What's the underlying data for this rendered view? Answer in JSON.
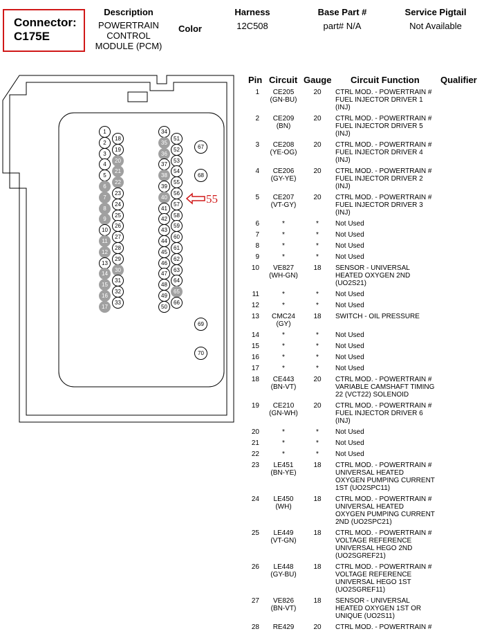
{
  "header": {
    "connector_label": "Connector:",
    "connector_id": "C175E",
    "description_title": "Description",
    "description_lines": [
      "POWERTRAIN",
      "CONTROL",
      "MODULE (PCM)"
    ],
    "color_title": "Color",
    "harness_title": "Harness",
    "harness_value": "12C508",
    "base_part_title": "Base Part #",
    "base_part_value": "part# N/A",
    "pigtail_title": "Service Pigtail",
    "pigtail_value": "Not Available"
  },
  "table_headers": {
    "pin": "Pin",
    "circuit": "Circuit",
    "gauge": "Gauge",
    "function": "Circuit Function",
    "qualifier": "Qualifier"
  },
  "rows": [
    {
      "pin": "1",
      "circuit": [
        "CE205",
        "(GN-BU)"
      ],
      "gauge": "20",
      "function": [
        "CTRL MOD. - POWERTRAIN #",
        "FUEL INJECTOR DRIVER 1",
        "(INJ)"
      ]
    },
    {
      "pin": "2",
      "circuit": [
        "CE209",
        "(BN)"
      ],
      "gauge": "20",
      "function": [
        "CTRL MOD. - POWERTRAIN #",
        "FUEL INJECTOR DRIVER 5",
        "(INJ)"
      ]
    },
    {
      "pin": "3",
      "circuit": [
        "CE208",
        "(YE-OG)"
      ],
      "gauge": "20",
      "function": [
        "CTRL MOD. - POWERTRAIN #",
        "FUEL INJECTOR DRIVER 4",
        "(INJ)"
      ]
    },
    {
      "pin": "4",
      "circuit": [
        "CE206",
        "(GY-YE)"
      ],
      "gauge": "20",
      "function": [
        "CTRL MOD. - POWERTRAIN #",
        "FUEL INJECTOR DRIVER 2",
        "(INJ)"
      ]
    },
    {
      "pin": "5",
      "circuit": [
        "CE207",
        "(VT-GY)"
      ],
      "gauge": "20",
      "function": [
        "CTRL MOD. - POWERTRAIN #",
        "FUEL INJECTOR DRIVER 3",
        "(INJ)"
      ]
    },
    {
      "pin": "6",
      "circuit": [
        "*"
      ],
      "gauge": "*",
      "function": [
        "Not Used"
      ]
    },
    {
      "pin": "7",
      "circuit": [
        "*"
      ],
      "gauge": "*",
      "function": [
        "Not Used"
      ]
    },
    {
      "pin": "8",
      "circuit": [
        "*"
      ],
      "gauge": "*",
      "function": [
        "Not Used"
      ]
    },
    {
      "pin": "9",
      "circuit": [
        "*"
      ],
      "gauge": "*",
      "function": [
        "Not Used"
      ]
    },
    {
      "pin": "10",
      "circuit": [
        "VE827",
        "(WH-GN)"
      ],
      "gauge": "18",
      "function": [
        "SENSOR - UNIVERSAL",
        "HEATED OXYGEN 2ND",
        "(UO2S21)"
      ]
    },
    {
      "pin": "11",
      "circuit": [
        "*"
      ],
      "gauge": "*",
      "function": [
        "Not Used"
      ]
    },
    {
      "pin": "12",
      "circuit": [
        "*"
      ],
      "gauge": "*",
      "function": [
        "Not Used"
      ]
    },
    {
      "pin": "13",
      "circuit": [
        "CMC24",
        "(GY)"
      ],
      "gauge": "18",
      "function": [
        "SWITCH - OIL PRESSURE"
      ]
    },
    {
      "pin": "14",
      "circuit": [
        "*"
      ],
      "gauge": "*",
      "function": [
        "Not Used"
      ]
    },
    {
      "pin": "15",
      "circuit": [
        "*"
      ],
      "gauge": "*",
      "function": [
        "Not Used"
      ]
    },
    {
      "pin": "16",
      "circuit": [
        "*"
      ],
      "gauge": "*",
      "function": [
        "Not Used"
      ]
    },
    {
      "pin": "17",
      "circuit": [
        "*"
      ],
      "gauge": "*",
      "function": [
        "Not Used"
      ]
    },
    {
      "pin": "18",
      "circuit": [
        "CE443",
        "(BN-VT)"
      ],
      "gauge": "20",
      "function": [
        "CTRL MOD. - POWERTRAIN #",
        "VARIABLE CAMSHAFT TIMING",
        "22 (VCT22) SOLENOID"
      ]
    },
    {
      "pin": "19",
      "circuit": [
        "CE210",
        "(GN-WH)"
      ],
      "gauge": "20",
      "function": [
        "CTRL MOD. - POWERTRAIN #",
        "FUEL INJECTOR DRIVER 6",
        "(INJ)"
      ]
    },
    {
      "pin": "20",
      "circuit": [
        "*"
      ],
      "gauge": "*",
      "function": [
        "Not Used"
      ]
    },
    {
      "pin": "21",
      "circuit": [
        "*"
      ],
      "gauge": "*",
      "function": [
        "Not Used"
      ]
    },
    {
      "pin": "22",
      "circuit": [
        "*"
      ],
      "gauge": "*",
      "function": [
        "Not Used"
      ]
    },
    {
      "pin": "23",
      "circuit": [
        "LE451",
        "(BN-YE)"
      ],
      "gauge": "18",
      "function": [
        "CTRL MOD. - POWERTRAIN #",
        "UNIVERSAL HEATED",
        "OXYGEN PUMPING CURRENT",
        "1ST (UO2SPC11)"
      ]
    },
    {
      "pin": "24",
      "circuit": [
        "LE450",
        "(WH)"
      ],
      "gauge": "18",
      "function": [
        "CTRL MOD. - POWERTRAIN #",
        "UNIVERSAL HEATED",
        "OXYGEN PUMPING CURRENT",
        "2ND (UO2SPC21)"
      ]
    },
    {
      "pin": "25",
      "circuit": [
        "LE449",
        "(VT-GN)"
      ],
      "gauge": "18",
      "function": [
        "CTRL MOD. - POWERTRAIN #",
        "VOLTAGE REFERENCE",
        "UNIVERSAL HEGO 2ND",
        "(UO2SGREF21)"
      ]
    },
    {
      "pin": "26",
      "circuit": [
        "LE448",
        "(GY-BU)"
      ],
      "gauge": "18",
      "function": [
        "CTRL MOD. - POWERTRAIN #",
        "VOLTAGE REFERENCE",
        "UNIVERSAL HEGO 1ST",
        "(UO2SGREF11)"
      ]
    },
    {
      "pin": "27",
      "circuit": [
        "VE826",
        "(BN-VT)"
      ],
      "gauge": "18",
      "function": [
        "SENSOR - UNIVERSAL",
        "HEATED OXYGEN 1ST OR",
        "UNIQUE (UO2S11)"
      ]
    },
    {
      "pin": "28",
      "circuit": [
        "RE429"
      ],
      "gauge": "20",
      "function": [
        "CTRL MOD. - POWERTRAIN #"
      ]
    }
  ],
  "diagram": {
    "callout_label": "55",
    "colors": {
      "populated": "#ffffff",
      "unpopulated": "#a0a0a0",
      "callout": "#d01818"
    },
    "pins": [
      {
        "n": "1",
        "on": true
      },
      {
        "n": "2",
        "on": true
      },
      {
        "n": "3",
        "on": true
      },
      {
        "n": "4",
        "on": true
      },
      {
        "n": "5",
        "on": true
      },
      {
        "n": "6",
        "on": false
      },
      {
        "n": "7",
        "on": false
      },
      {
        "n": "8",
        "on": false
      },
      {
        "n": "9",
        "on": false
      },
      {
        "n": "10",
        "on": true
      },
      {
        "n": "11",
        "on": false
      },
      {
        "n": "12",
        "on": false
      },
      {
        "n": "13",
        "on": true
      },
      {
        "n": "14",
        "on": false
      },
      {
        "n": "15",
        "on": false
      },
      {
        "n": "16",
        "on": false
      },
      {
        "n": "17",
        "on": false
      },
      {
        "n": "18",
        "on": true
      },
      {
        "n": "19",
        "on": true
      },
      {
        "n": "20",
        "on": false
      },
      {
        "n": "21",
        "on": false
      },
      {
        "n": "22",
        "on": false
      },
      {
        "n": "23",
        "on": true
      },
      {
        "n": "24",
        "on": true
      },
      {
        "n": "25",
        "on": true
      },
      {
        "n": "26",
        "on": true
      },
      {
        "n": "27",
        "on": true
      },
      {
        "n": "28",
        "on": true
      },
      {
        "n": "29",
        "on": true
      },
      {
        "n": "30",
        "on": false
      },
      {
        "n": "31",
        "on": true
      },
      {
        "n": "32",
        "on": true
      },
      {
        "n": "33",
        "on": true
      },
      {
        "n": "34",
        "on": true
      },
      {
        "n": "35",
        "on": false
      },
      {
        "n": "36",
        "on": false
      },
      {
        "n": "37",
        "on": true
      },
      {
        "n": "38",
        "on": false
      },
      {
        "n": "39",
        "on": true
      },
      {
        "n": "40",
        "on": false
      },
      {
        "n": "41",
        "on": true
      },
      {
        "n": "42",
        "on": true
      },
      {
        "n": "43",
        "on": true
      },
      {
        "n": "44",
        "on": true
      },
      {
        "n": "45",
        "on": true
      },
      {
        "n": "46",
        "on": true
      },
      {
        "n": "47",
        "on": true
      },
      {
        "n": "48",
        "on": true
      },
      {
        "n": "49",
        "on": true
      },
      {
        "n": "50",
        "on": true
      },
      {
        "n": "51",
        "on": true
      },
      {
        "n": "52",
        "on": true
      },
      {
        "n": "53",
        "on": true
      },
      {
        "n": "54",
        "on": true
      },
      {
        "n": "55",
        "on": true
      },
      {
        "n": "56",
        "on": true
      },
      {
        "n": "57",
        "on": true
      },
      {
        "n": "58",
        "on": true
      },
      {
        "n": "59",
        "on": true
      },
      {
        "n": "60",
        "on": true
      },
      {
        "n": "61",
        "on": true
      },
      {
        "n": "62",
        "on": true
      },
      {
        "n": "63",
        "on": true
      },
      {
        "n": "64",
        "on": true
      },
      {
        "n": "65",
        "on": false
      },
      {
        "n": "66",
        "on": true
      },
      {
        "n": "67",
        "on": true
      },
      {
        "n": "68",
        "on": true
      },
      {
        "n": "69",
        "on": true
      },
      {
        "n": "70",
        "on": true
      }
    ]
  }
}
